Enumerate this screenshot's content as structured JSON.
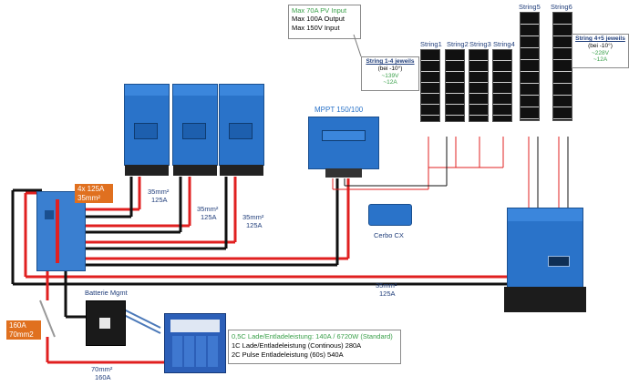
{
  "pv_input": {
    "line1": "Max 70A PV Input",
    "line2": "Max 100A Output",
    "line3": "Max 150V Input"
  },
  "mppt_label": "MPPT 150/100",
  "strings": [
    "String1",
    "String2",
    "String3",
    "String4",
    "String5",
    "String6"
  ],
  "string14_box": {
    "title": "String 1-4 jeweils",
    "sub": "(bei -10°)",
    "v": "~139V",
    "a": "~12A"
  },
  "string46_box": {
    "title": "String 4+5 jeweils",
    "sub": "(bei -10°)",
    "v": "~228V",
    "a": "~12A"
  },
  "fuse_box": {
    "line1": "4x 125A",
    "line2": "35mm²"
  },
  "cable_35_a": {
    "line1": "35mm²",
    "line2": "125A"
  },
  "cable_35_b": {
    "line1": "35mm²",
    "line2": "125A"
  },
  "cable_35_c": {
    "line1": "35mm²",
    "line2": "125A"
  },
  "cable_35_d": {
    "line1": "35mm²",
    "line2": "125A"
  },
  "cerbo_label": "Cerbo CX",
  "bms_label": "Batterie Mgmt",
  "main_fuse": {
    "line1": "160A",
    "line2": "70mm2"
  },
  "cable_70": {
    "line1": "70mm²",
    "line2": "160A"
  },
  "battery_info": {
    "line1": "0,5C Lade/Entladeleistung: 140A / 6720W (Standard)",
    "line2": "1C Lade/Entladeleistung (Continous) 280A",
    "line3": "2C Pulse Entladeleistung (60s) 540A"
  },
  "colors": {
    "victron_blue": "#2a73c9",
    "wire_red": "#e02020",
    "wire_black": "#111111",
    "fuse_orange": "#e0701f",
    "label_blue": "#1f3d7a",
    "text_green": "#3aa04a"
  }
}
